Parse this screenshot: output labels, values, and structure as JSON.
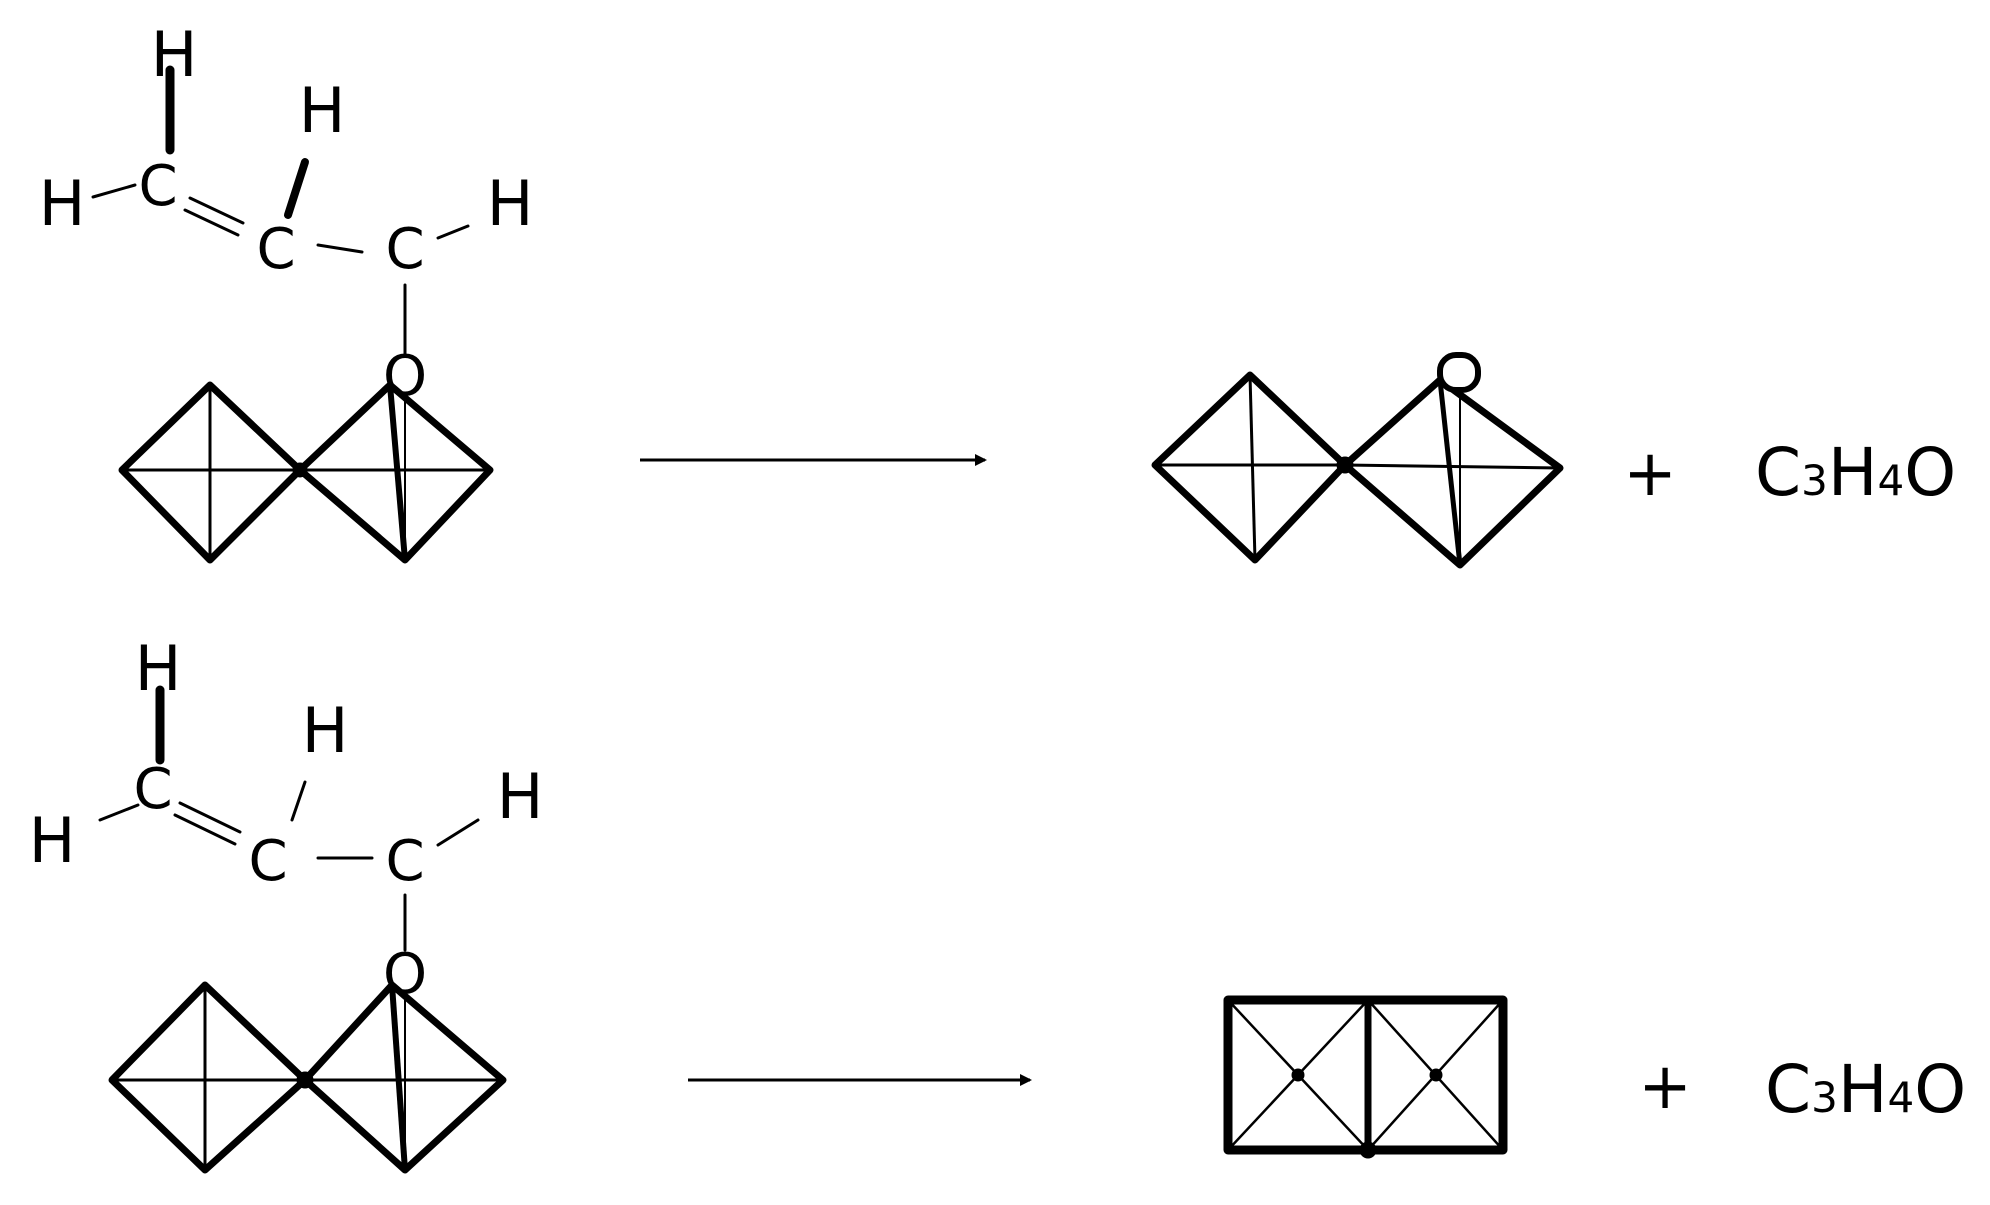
{
  "reactions": [
    {
      "reactant_labels": {
        "h1": "H",
        "h2": "H",
        "h3": "H",
        "h4": "H",
        "c1": "C",
        "c2": "C",
        "c3": "C",
        "o": "O"
      },
      "plus": "+",
      "product": {
        "c": "C",
        "c_sub": "3",
        "h": "H",
        "h_sub": "4",
        "o": "O"
      }
    },
    {
      "reactant_labels": {
        "h1": "H",
        "h2": "H",
        "h3": "H",
        "h4": "H",
        "c1": "C",
        "c2": "C",
        "c3": "C",
        "o": "O"
      },
      "plus": "+",
      "product": {
        "c": "C",
        "c_sub": "3",
        "h": "H",
        "h_sub": "4",
        "o": "O"
      }
    }
  ]
}
